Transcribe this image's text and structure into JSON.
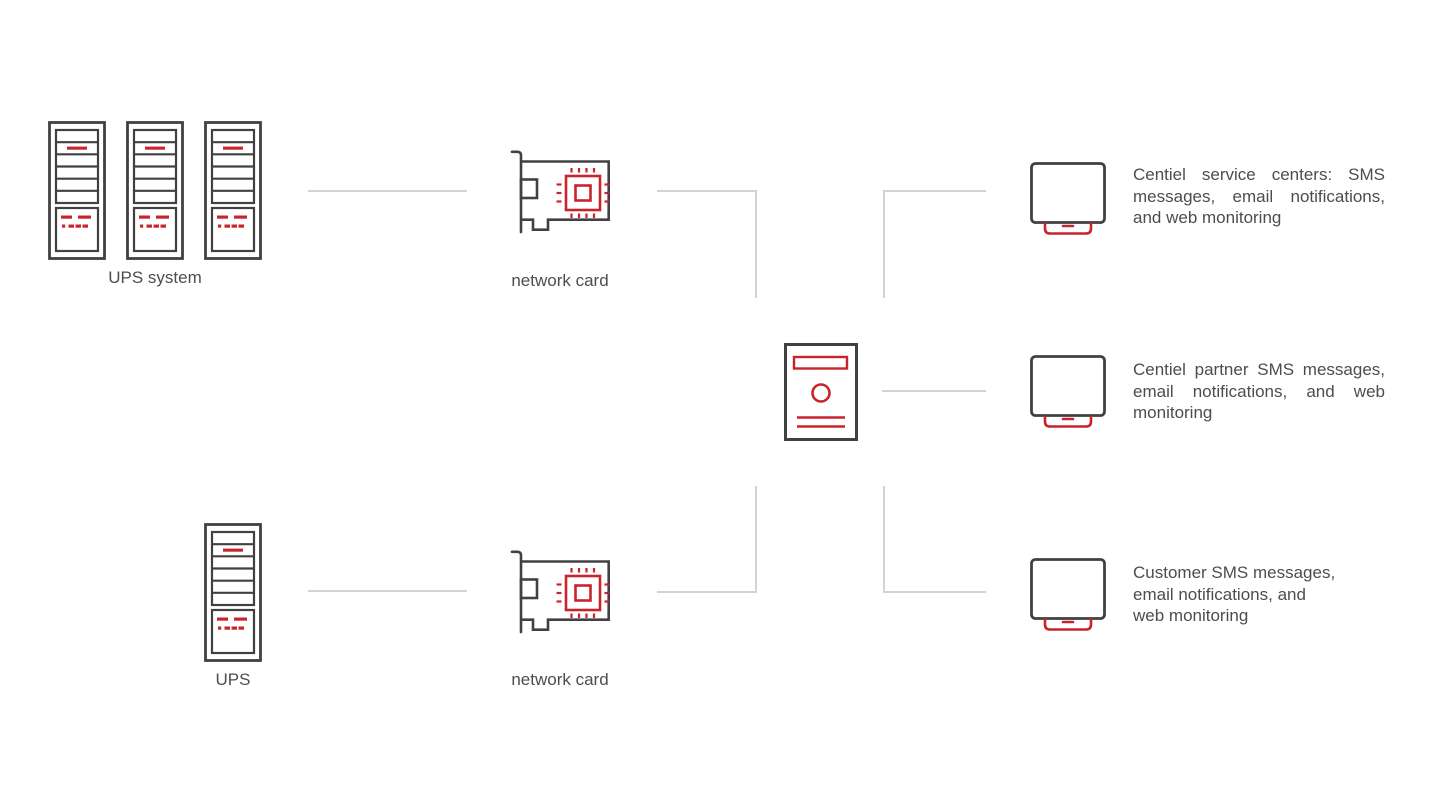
{
  "colors": {
    "stroke_dark": "#414141",
    "accent_red": "#c9242c",
    "connector_gray": "#d3d3d3",
    "text_color": "#4d4d4d",
    "bg": "#ffffff"
  },
  "left_column": {
    "ups_system_label": "UPS system",
    "ups_label": "UPS"
  },
  "middle_column": {
    "network_card_top_label": "network card",
    "network_card_bottom_label": "network card"
  },
  "right_column": {
    "items": [
      {
        "lines": [
          "Centiel service centers: SMS",
          "messages, email notifications,",
          "and web monitoring"
        ]
      },
      {
        "lines": [
          "Centiel partner SMS messages,",
          "email notifications, and web",
          "monitoring"
        ]
      },
      {
        "lines": [
          "Customer SMS messages,",
          "email notifications, and",
          "web monitoring"
        ]
      }
    ]
  },
  "icons": {
    "server_rack": "server-rack-icon",
    "network_card": "network-card-icon",
    "gateway_server": "server-tower-icon",
    "monitor": "monitor-icon"
  }
}
